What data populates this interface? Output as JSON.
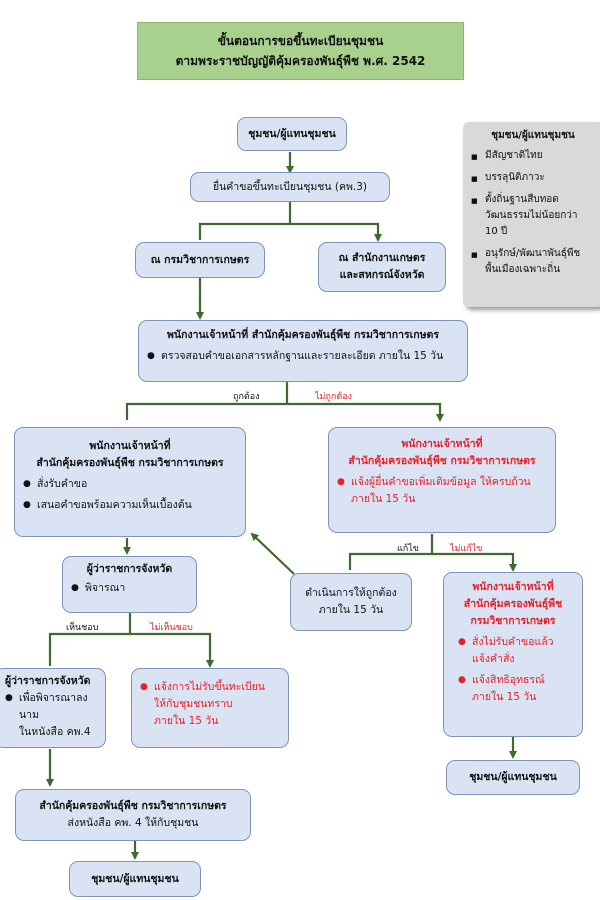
{
  "title": {
    "line1": "ขั้นตอนการขอขึ้นทะเบียนชุมชน",
    "line2": "ตามพระราชบัญญัติคุ้มครองพันธุ์พืช พ.ศ. 2542"
  },
  "nodes": {
    "community_top": "ชุมชน/ผู้แทนชุมชน",
    "submit": "ยื่นคำขอขึ้นทะเบียนชุมชน (คพ.3)",
    "dept_agri": "ณ กรมวิชาการเกษตร",
    "provincial_office": [
      "ณ สำนักงานเกษตร",
      "และสหกรณ์จังหวัด"
    ],
    "officer_check": {
      "title": "พนักงานเจ้าหน้าที่  สำนักคุ้มครองพันธุ์พืช กรมวิชาการเกษตร",
      "bullet": "ตรวจสอบคำขอเอกสารหลักฐานและรายละเอียด ภายใน 15 วัน"
    },
    "officer_accept": {
      "title1": "พนักงานเจ้าหน้าที่",
      "title2": "สำนักคุ้มครองพันธุ์พืช กรมวิชาการเกษตร",
      "bullets": [
        "สั่งรับคำขอ",
        "เสนอคำขอพร้อมความเห็นเบื้องต้น"
      ]
    },
    "officer_reject": {
      "title1": "พนักงานเจ้าหน้าที่",
      "title2": "สำนักคุ้มครองพันธุ์พืช กรมวิชาการเกษตร",
      "bullet1": "แจ้งผู้ยื่นคำขอเพิ่มเติมข้อมูล ให้ครบถ้วน",
      "bullet2": "ภายใน 15 วัน"
    },
    "governor_consider": {
      "title": "ผู้ว่าราชการจังหวัด",
      "bullet": "พิจารณา"
    },
    "correct_within": [
      "ดำเนินการให้ถูกต้อง",
      "ภายใน 15 วัน"
    ],
    "officer_refuse": {
      "title1": "พนักงานเจ้าหน้าที่",
      "title2": "สำนักคุ้มครองพันธุ์พืช",
      "title3": "กรมวิชาการเกษตร",
      "b1a": "สั่งไม่รับคำขอแล้ว",
      "b1b": "แจ้งคำสั่ง",
      "b2a": "แจ้งสิทธิอุทธรณ์",
      "b2b": "ภายใน 15 วัน"
    },
    "governor_sign": {
      "title": "ผู้ว่าราชการจังหวัด",
      "b1": "เพื่อพิจารณาลงนาม",
      "b2": "ในหนังสือ คพ.4"
    },
    "notify_refusal": [
      "แจ้งการไม่รับขึ้นทะเบียน",
      "ให้กับชุมชนทราบ",
      "ภายใน 15 วัน"
    ],
    "office_send": [
      "สำนักคุ้มครองพันธุ์พืช  กรมวิชาการเกษตร",
      "ส่งหนังสือ คพ. 4 ให้กับชุมชน"
    ],
    "community_bottom": "ชุมชน/ผู้แทนชุมชน",
    "community_right": "ชุมชน/ผู้แทนชุมชน"
  },
  "edge_labels": {
    "correct": "ถูกต้อง",
    "incorrect": "ไม่ถูกต้อง",
    "fixed": "แก้ไข",
    "not_fixed": "ไม่แก้ไข",
    "agree": "เห็นชอบ",
    "disagree": "ไม่เห็นชอบ"
  },
  "sidebar": {
    "title": "ชุมชน/ผู้แทนชุมชน",
    "items": [
      "มีสัญชาติไทย",
      "บรรลุนิติภาวะ",
      "ตั้งถิ่นฐานสืบทอด",
      "วัฒนธรรมไม่น้อยกว่า",
      "10 ปี",
      "อนุรักษ์/พัฒนาพันธุ์พืช",
      "พื้นเมืองเฉพาะถิ่น"
    ]
  },
  "colors": {
    "arrow": "#3d6b2e",
    "box_fill": "#dae3f3",
    "title_fill": "#a9d18e",
    "red": "#e8202a"
  }
}
